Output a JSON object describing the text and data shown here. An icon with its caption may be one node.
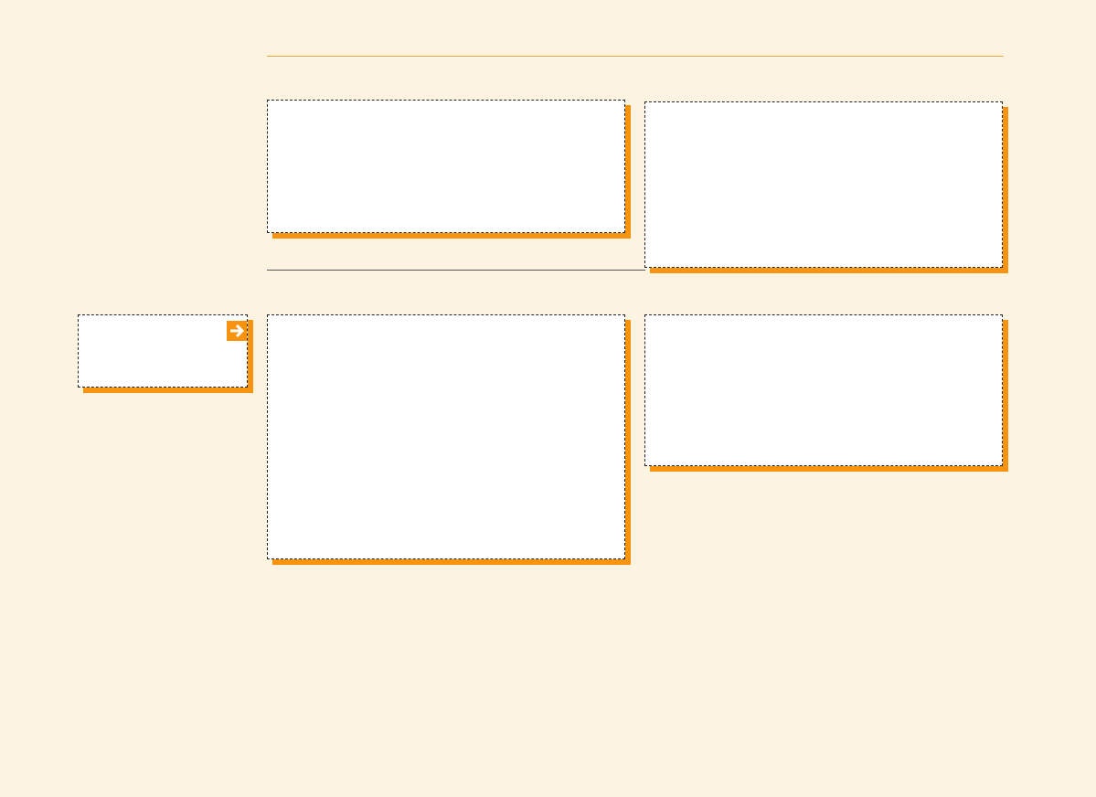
{
  "diagram": {
    "nodes": [
      {
        "text": [],
        "shape": "box"
      },
      {
        "text": [],
        "shape": "box"
      },
      {
        "text": [],
        "shape": "box"
      },
      {
        "text": [],
        "shape": "box"
      },
      {
        "text": [],
        "shape": "box"
      }
    ]
  }
}
